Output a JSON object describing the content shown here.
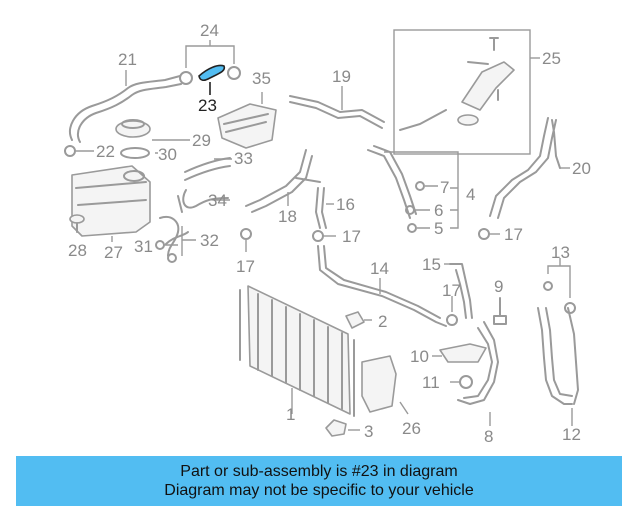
{
  "callouts": {
    "c1": "1",
    "c2": "2",
    "c3": "3",
    "c4": "4",
    "c5": "5",
    "c6": "6",
    "c7": "7",
    "c8": "8",
    "c9": "9",
    "c10": "10",
    "c11": "11",
    "c12": "12",
    "c13": "13",
    "c14": "14",
    "c15": "15",
    "c16": "16",
    "c17a": "17",
    "c17b": "17",
    "c17c": "17",
    "c17d": "17",
    "c18": "18",
    "c19": "19",
    "c20": "20",
    "c21": "21",
    "c22": "22",
    "c23": "23",
    "c24": "24",
    "c25": "25",
    "c26": "26",
    "c27": "27",
    "c28": "28",
    "c29": "29",
    "c30": "30",
    "c31": "31",
    "c32": "32",
    "c33": "33",
    "c34": "34",
    "c35": "35"
  },
  "highlight": {
    "part": "23",
    "color": "#52bdf2"
  },
  "banner": {
    "line1": "Part or sub-assembly is #23 in diagram",
    "line2": "Diagram may not be specific to your vehicle",
    "color": "#52bdf2"
  }
}
